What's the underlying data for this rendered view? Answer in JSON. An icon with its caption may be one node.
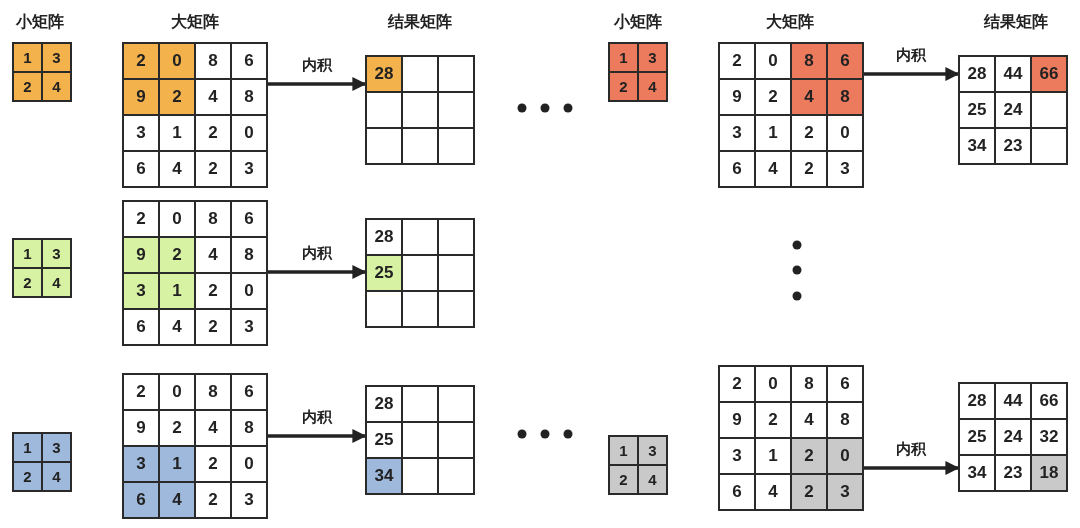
{
  "diagram": {
    "nodes": [
      {
        "text": [
          "1",
          "3",
          "2",
          "4"
        ]
      },
      {
        "text": [
          "2",
          "0",
          "8",
          "6",
          "9",
          "2",
          "4",
          "8",
          "3",
          "1",
          "2",
          "0",
          "6",
          "4",
          "2",
          "3"
        ]
      },
      {
        "text": [
          "28"
        ]
      },
      {
        "text": [
          "1",
          "3",
          "2",
          "4"
        ]
      },
      {
        "text": [
          "2",
          "0",
          "8",
          "6",
          "9",
          "2",
          "4",
          "8",
          "3",
          "1",
          "2",
          "0",
          "6",
          "4",
          "2",
          "3"
        ]
      },
      {
        "text": [
          "28",
          "44",
          "66",
          "25",
          "24",
          "34",
          "23"
        ]
      },
      {
        "text": [
          "1",
          "3",
          "2",
          "4"
        ]
      },
      {
        "text": [
          "2",
          "0",
          "8",
          "6",
          "9",
          "2",
          "4",
          "8",
          "3",
          "1",
          "2",
          "0",
          "6",
          "4",
          "2",
          "3"
        ]
      },
      {
        "text": [
          "28",
          "25"
        ]
      },
      {
        "text": [
          "1",
          "3",
          "2",
          "4"
        ]
      },
      {
        "text": [
          "2",
          "0",
          "8",
          "6",
          "9",
          "2",
          "4",
          "8",
          "3",
          "1",
          "2",
          "0",
          "6",
          "4",
          "2",
          "3"
        ]
      },
      {
        "text": [
          "28",
          "25",
          "34"
        ]
      },
      {
        "text": [
          "1",
          "3",
          "2",
          "4"
        ]
      },
      {
        "text": [
          "2",
          "0",
          "8",
          "6",
          "9",
          "2",
          "4",
          "8",
          "3",
          "1",
          "2",
          "0",
          "6",
          "4",
          "2",
          "3"
        ]
      },
      {
        "text": [
          "28",
          "44",
          "66",
          "25",
          "24",
          "32",
          "34",
          "23",
          "18"
        ]
      }
    ],
    "edges": [
      {
        "from": 1,
        "to": 2,
        "arrow": "to",
        "label": "内积"
      },
      {
        "from": 4,
        "to": 5,
        "arrow": "to",
        "label": "内积"
      },
      {
        "from": 7,
        "to": 8,
        "arrow": "to",
        "label": "内积"
      },
      {
        "from": 10,
        "to": 11,
        "arrow": "to",
        "label": "内积"
      },
      {
        "from": 13,
        "to": 14,
        "arrow": "to",
        "label": "内积"
      }
    ],
    "labels": [
      "小矩阵",
      "大矩阵",
      "结果矩阵",
      "小矩阵",
      "大矩阵",
      "结果矩阵"
    ]
  }
}
